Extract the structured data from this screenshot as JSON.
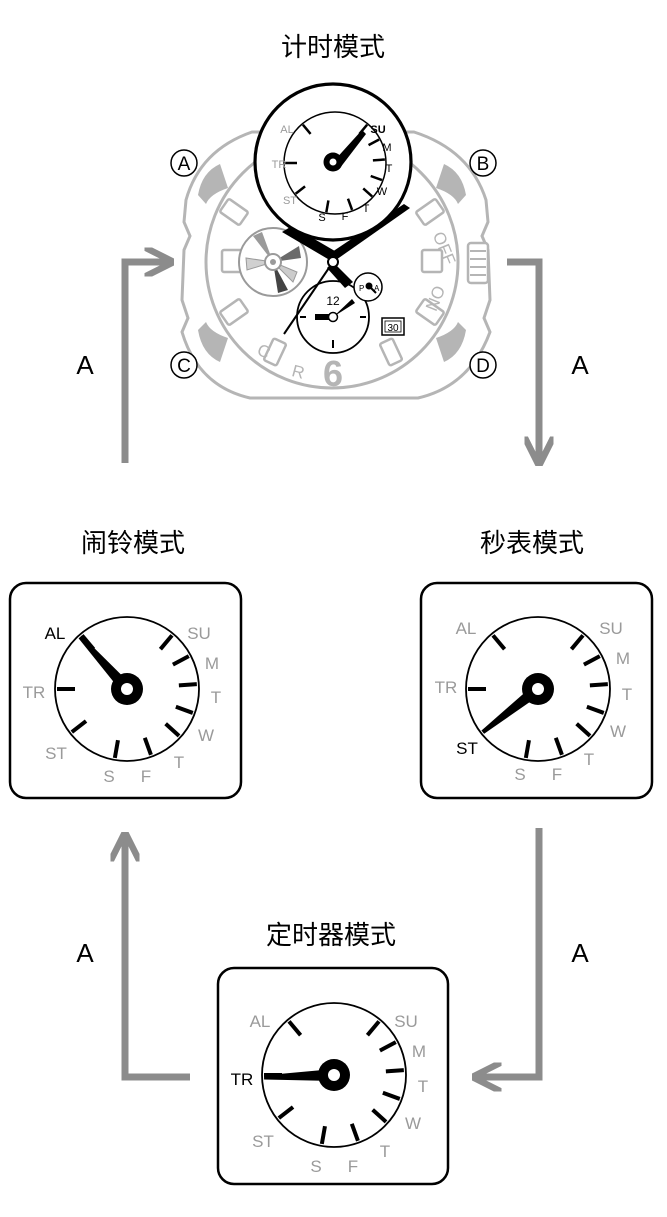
{
  "modes": {
    "timekeeping": "计时模式",
    "alarm": "闹铃模式",
    "stopwatch": "秒表模式",
    "timer": "定时器模式"
  },
  "button_press": "A",
  "watch": {
    "buttons": {
      "a": "A",
      "b": "B",
      "c": "C",
      "d": "D"
    },
    "bezel": {
      "off": "OFF",
      "on": "ON",
      "c": "C",
      "r": "R",
      "six": "6"
    },
    "subdial": {
      "twelve": "12",
      "date": "30",
      "p": "P",
      "a": "A"
    }
  },
  "dial_labels": {
    "al": "AL",
    "su": "SU",
    "m": "M",
    "t": "T",
    "w": "W",
    "t2": "T",
    "f": "F",
    "s": "S",
    "st": "ST",
    "tr": "TR"
  },
  "colors": {
    "active": "#000000",
    "inactive": "#9a9a9a",
    "arrow": "#8c8c8c",
    "bezel": "#b5b5b5"
  }
}
